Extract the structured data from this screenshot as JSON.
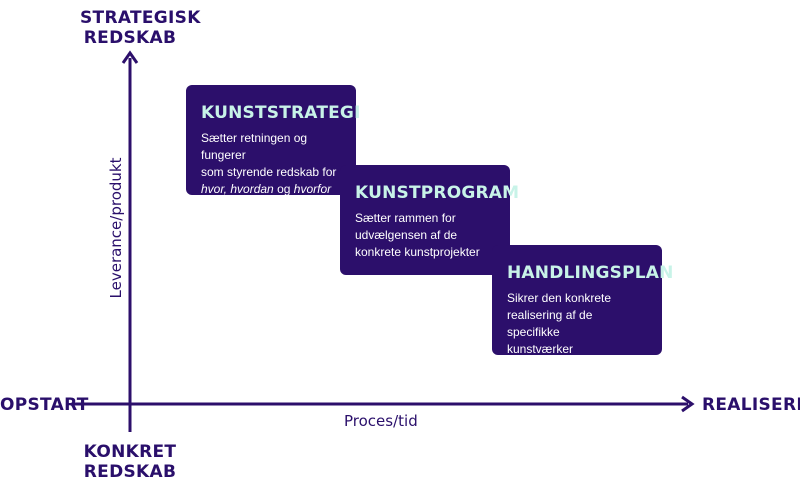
{
  "axes": {
    "top_title": [
      "STRATEGISK",
      "REDSKAB"
    ],
    "bottom_title": [
      "KONKRET",
      "REDSKAB"
    ],
    "left_title": "OPSTART",
    "right_title": "REALISERING",
    "x_label": "Proces/tid",
    "y_label": "Leverance/produkt"
  },
  "cards": [
    {
      "title": "KUNSTSTRATEGI",
      "text_lines": [
        "Sætter retningen og fungerer",
        "som styrende redskab for"
      ],
      "italic_line": {
        "w1": "hvor,",
        "w2": "hvordan",
        "mid": "og",
        "w3": "hvorfor"
      }
    },
    {
      "title": "KUNSTPROGRAM",
      "text_lines": [
        "Sætter rammen for",
        "udvælgensen af de",
        "konkrete kunstprojekter"
      ]
    },
    {
      "title": "HANDLINGSPLAN",
      "text_lines": [
        "Sikrer den konkrete",
        "realisering af de specifikke",
        "kunstværker"
      ]
    }
  ],
  "colors": {
    "primary": "#2c0f6b",
    "card_title": "#c8f3e8",
    "card_text": "#ffffff",
    "background": "#ffffff"
  }
}
